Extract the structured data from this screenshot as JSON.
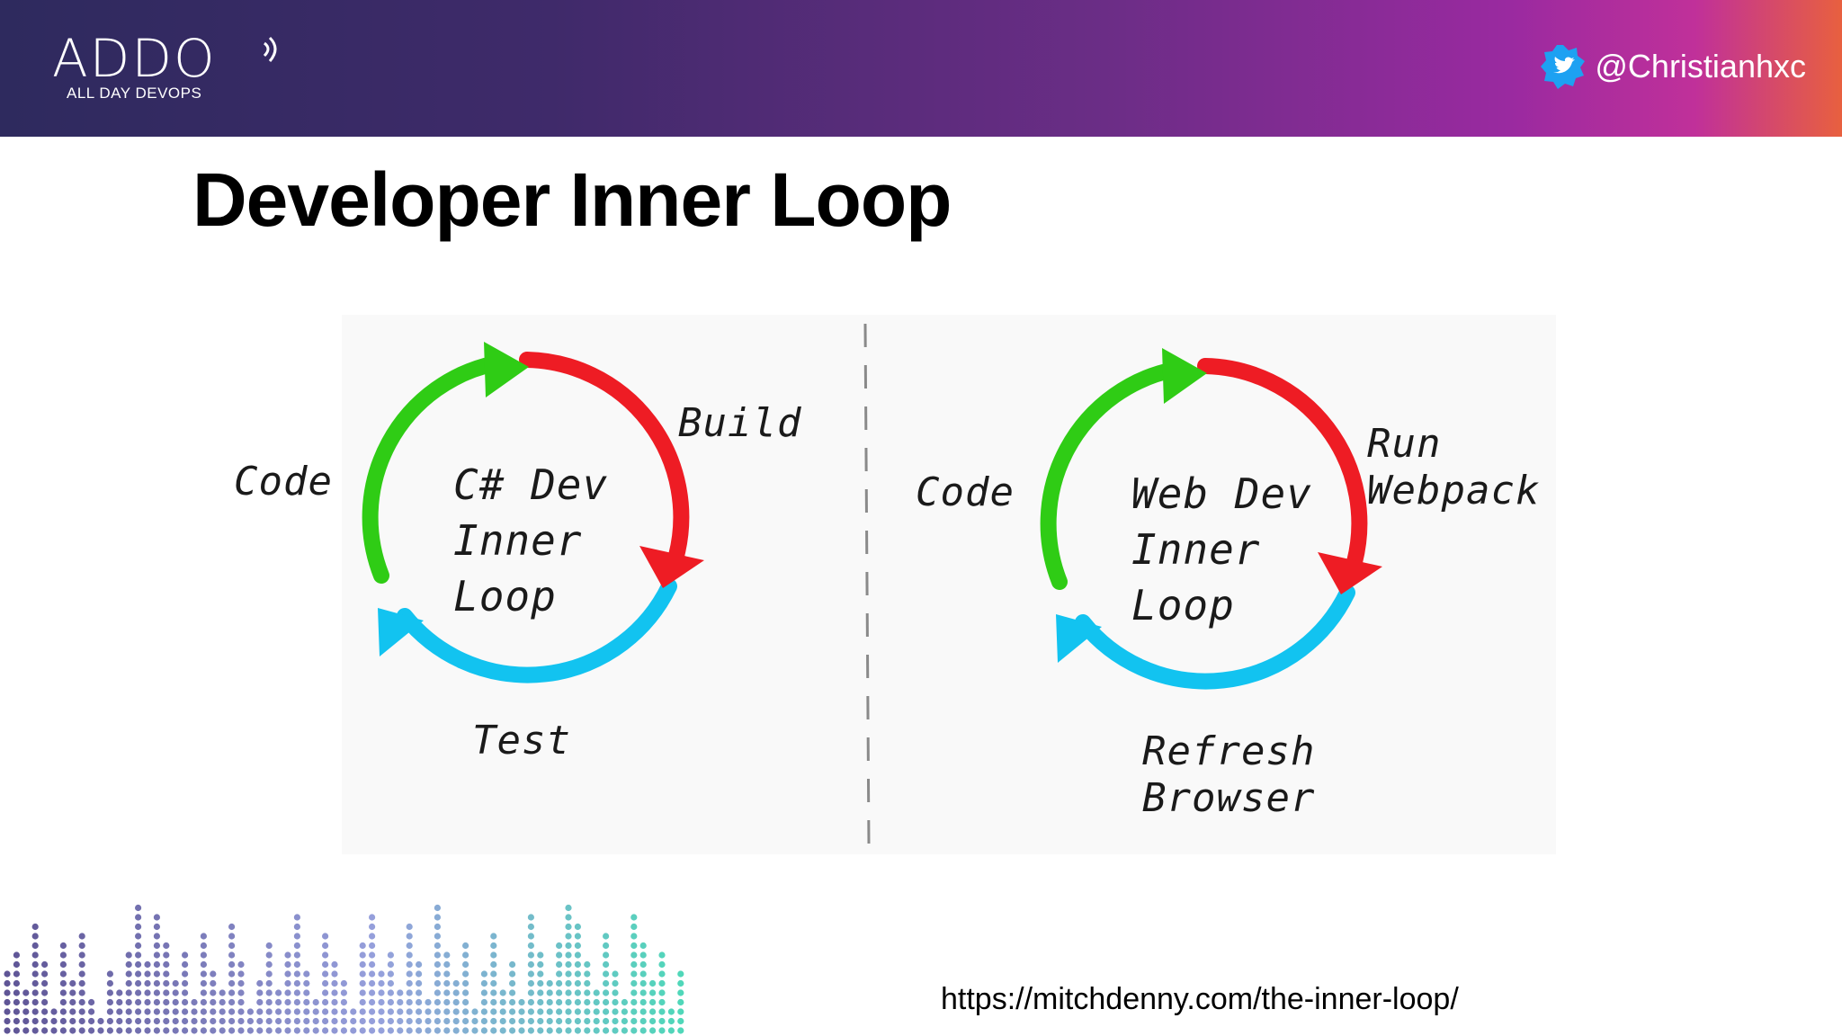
{
  "header": {
    "logo": {
      "word": "ADDO",
      "subtitle": "ALL DAY DEVOPS"
    },
    "twitter_handle": "@Christianhxc"
  },
  "slide": {
    "title": "Developer Inner Loop",
    "url": "https://mitchdenny.com/the-inner-loop/"
  },
  "left_loop": {
    "center_lines": [
      "C# Dev",
      "Inner",
      "Loop"
    ],
    "labels": {
      "code": "Code",
      "build": "Build",
      "test": "Test"
    }
  },
  "right_loop": {
    "center_lines": [
      "Web Dev",
      "Inner",
      "Loop"
    ],
    "labels": {
      "code": "Code",
      "run": [
        "Run",
        "Webpack"
      ],
      "refresh": [
        "Refresh",
        "Browser"
      ]
    }
  },
  "colors": {
    "code_arc": "#2fcc15",
    "build_arc": "#ee1c24",
    "test_arc": "#12c3f0",
    "ink": "#1a1a1a",
    "divider": "#8a8a8a"
  },
  "icons": [
    "addo-signal-icon",
    "twitter-bird-icon"
  ]
}
